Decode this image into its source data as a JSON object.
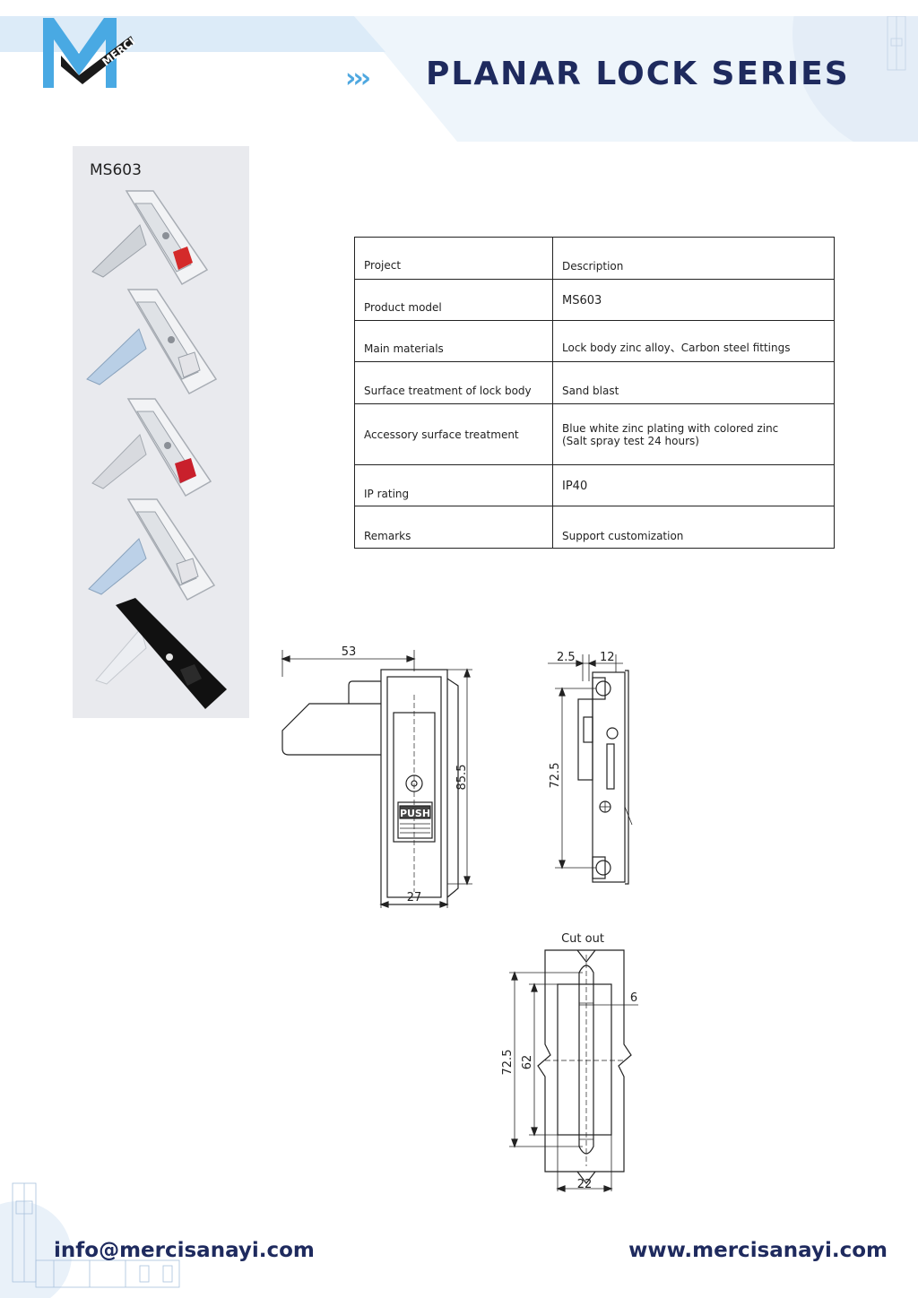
{
  "header": {
    "logo_text": "MERCI",
    "title": "PLANAR LOCK SERIES"
  },
  "product": {
    "model_label": "MS603",
    "photos": [
      {
        "color": "chrome",
        "button_color": "#d42a2a"
      },
      {
        "color": "chrome",
        "button_color": "#e4e4e8"
      },
      {
        "color": "chrome",
        "button_color": "#c9202c"
      },
      {
        "color": "chrome",
        "button_color": "#e4e4e8"
      },
      {
        "color": "black",
        "button_color": "#1a1a1a"
      }
    ]
  },
  "spec_table": {
    "rows": [
      {
        "label": "Project",
        "value": "Description"
      },
      {
        "label": "Product model",
        "value": "MS603"
      },
      {
        "label": "Main materials",
        "value": "Lock body zinc alloy、Carbon steel fittings"
      },
      {
        "label": "Surface treatment of lock body",
        "value": "Sand blast"
      },
      {
        "label": "Accessory surface treatment",
        "value": "Blue white zinc plating with colored zinc",
        "value_line2": "(Salt spray test 24 hours)"
      },
      {
        "label": "IP rating",
        "value": "IP40"
      },
      {
        "label": "Remarks",
        "value": "Support customization"
      }
    ]
  },
  "drawings": {
    "front": {
      "dim_width_total": "53",
      "dim_height": "85.5",
      "dim_body_width": "27",
      "button_text": "PUSH"
    },
    "side": {
      "dim_a": "2.5",
      "dim_b": "12",
      "dim_height": "72.5"
    },
    "cutout": {
      "title": "Cut out",
      "dim_outer": "72.5",
      "dim_inner": "62",
      "dim_slot": "6",
      "dim_width": "22"
    }
  },
  "footer": {
    "email": "info@mercisanayi.com",
    "website": "www.mercisanayi.com"
  },
  "colors": {
    "brand_navy": "#1e2a5e",
    "brand_blue": "#4fa8e0",
    "header_band": "#e8f3fb"
  }
}
